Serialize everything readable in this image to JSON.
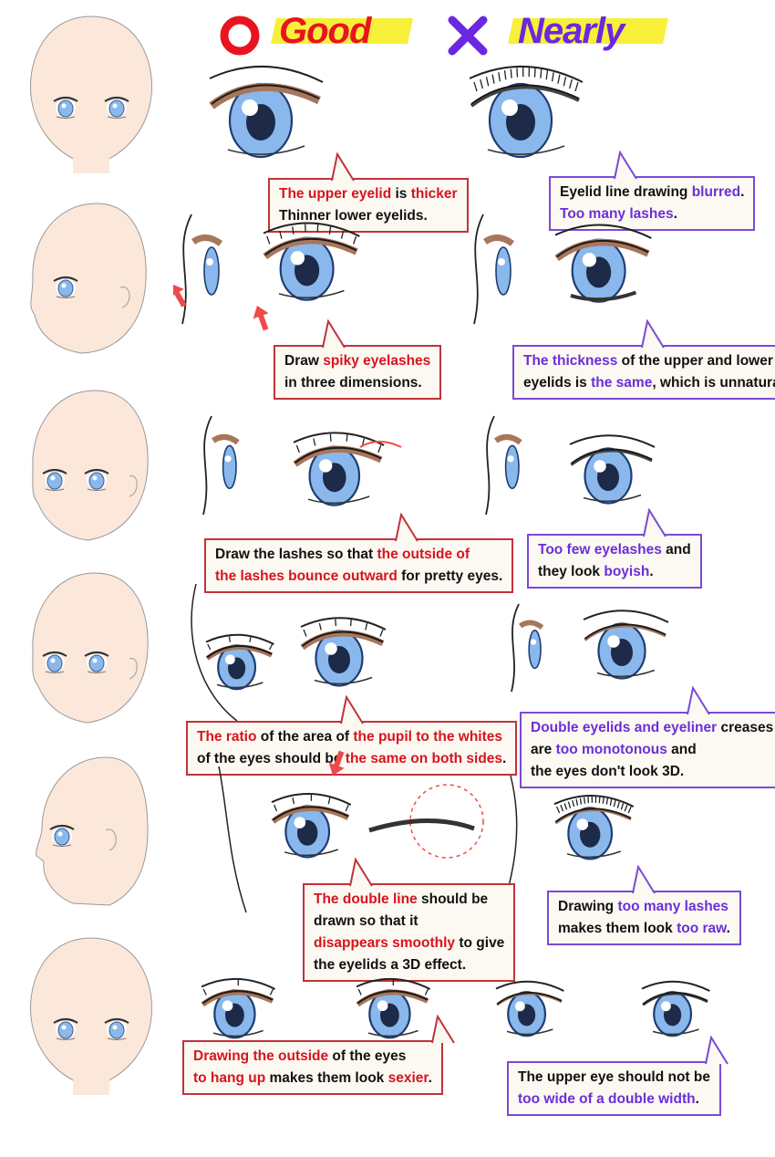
{
  "header": {
    "good_label": "Good",
    "nearly_label": "Nearly",
    "good_mark": "circle-mark",
    "nearly_mark": "cross-mark"
  },
  "colors": {
    "good_accent": "#e8141f",
    "nearly_accent": "#6a28e0",
    "highlight": "#f7ef3a",
    "iris": "#8ab8ec",
    "skin": "#fbe8da",
    "eyelid_brown": "#a8765a"
  },
  "rows": [
    {
      "good_caption": [
        [
          {
            "t": "The upper eyelid",
            "c": "r"
          },
          {
            "t": " is ",
            "c": ""
          },
          {
            "t": "thicker",
            "c": "r"
          }
        ],
        [
          {
            "t": "Thinner lower eyelids.",
            "c": ""
          }
        ]
      ],
      "nearly_caption": [
        [
          {
            "t": "Eyelid line drawing ",
            "c": ""
          },
          {
            "t": "blurred",
            "c": "p"
          },
          {
            "t": ".",
            "c": ""
          }
        ],
        [
          {
            "t": "Too many lashes",
            "c": "p"
          },
          {
            "t": ".",
            "c": ""
          }
        ]
      ]
    },
    {
      "good_caption": [
        [
          {
            "t": "Draw ",
            "c": ""
          },
          {
            "t": "spiky eyelashes",
            "c": "r"
          }
        ],
        [
          {
            "t": "in three dimensions",
            "c": ""
          },
          {
            "t": ".",
            "c": ""
          }
        ]
      ],
      "nearly_caption": [
        [
          {
            "t": "The thickness",
            "c": "p"
          },
          {
            "t": " of the upper and lower",
            "c": ""
          }
        ],
        [
          {
            "t": "eyelids is ",
            "c": ""
          },
          {
            "t": "the same",
            "c": "p"
          },
          {
            "t": ", which is unnatural.",
            "c": ""
          }
        ]
      ]
    },
    {
      "good_caption": [
        [
          {
            "t": "Draw the lashes so that ",
            "c": ""
          },
          {
            "t": "the outside of",
            "c": "r"
          }
        ],
        [
          {
            "t": "the lashes bounce outward",
            "c": "r"
          },
          {
            "t": " for pretty eyes.",
            "c": ""
          }
        ]
      ],
      "nearly_caption": [
        [
          {
            "t": "Too few eyelashes",
            "c": "p"
          },
          {
            "t": " and",
            "c": ""
          }
        ],
        [
          {
            "t": "they look ",
            "c": ""
          },
          {
            "t": "boyish",
            "c": "p"
          },
          {
            "t": ".",
            "c": ""
          }
        ]
      ]
    },
    {
      "good_caption": [
        [
          {
            "t": "The ratio",
            "c": "r"
          },
          {
            "t": " of the area of ",
            "c": ""
          },
          {
            "t": "the pupil to the whites",
            "c": "r"
          }
        ],
        [
          {
            "t": "of the eyes should be ",
            "c": ""
          },
          {
            "t": "the same on both sides",
            "c": "r"
          },
          {
            "t": ".",
            "c": ""
          }
        ]
      ],
      "nearly_caption": [
        [
          {
            "t": "Double eyelids and eyeliner",
            "c": "p"
          },
          {
            "t": " creases",
            "c": ""
          }
        ],
        [
          {
            "t": "are ",
            "c": ""
          },
          {
            "t": "too monotonous",
            "c": "p"
          },
          {
            "t": " and",
            "c": ""
          }
        ],
        [
          {
            "t": "the eyes don't look 3D.",
            "c": ""
          }
        ]
      ]
    },
    {
      "good_caption": [
        [
          {
            "t": "The double line",
            "c": "r"
          },
          {
            "t": " should be",
            "c": ""
          }
        ],
        [
          {
            "t": "drawn so that it",
            "c": ""
          }
        ],
        [
          {
            "t": "disappears smoothly",
            "c": "r"
          },
          {
            "t": " to give",
            "c": ""
          }
        ],
        [
          {
            "t": "the eyelids a 3D effect",
            "c": ""
          },
          {
            "t": ".",
            "c": ""
          }
        ]
      ],
      "nearly_caption": [
        [
          {
            "t": "Drawing ",
            "c": ""
          },
          {
            "t": "too many lashes",
            "c": "p"
          }
        ],
        [
          {
            "t": "makes them look ",
            "c": ""
          },
          {
            "t": "too raw",
            "c": "p"
          },
          {
            "t": ".",
            "c": ""
          }
        ]
      ]
    },
    {
      "good_caption": [
        [
          {
            "t": "Drawing the outside",
            "c": "r"
          },
          {
            "t": " of the eyes",
            "c": ""
          }
        ],
        [
          {
            "t": "to hang up",
            "c": "r"
          },
          {
            "t": " makes them look ",
            "c": ""
          },
          {
            "t": "sexier",
            "c": "r"
          },
          {
            "t": ".",
            "c": ""
          }
        ]
      ],
      "nearly_caption": [
        [
          {
            "t": "The upper eye should not be",
            "c": ""
          }
        ],
        [
          {
            "t": "too wide of a double width",
            "c": "p"
          },
          {
            "t": ".",
            "c": ""
          }
        ]
      ]
    }
  ]
}
